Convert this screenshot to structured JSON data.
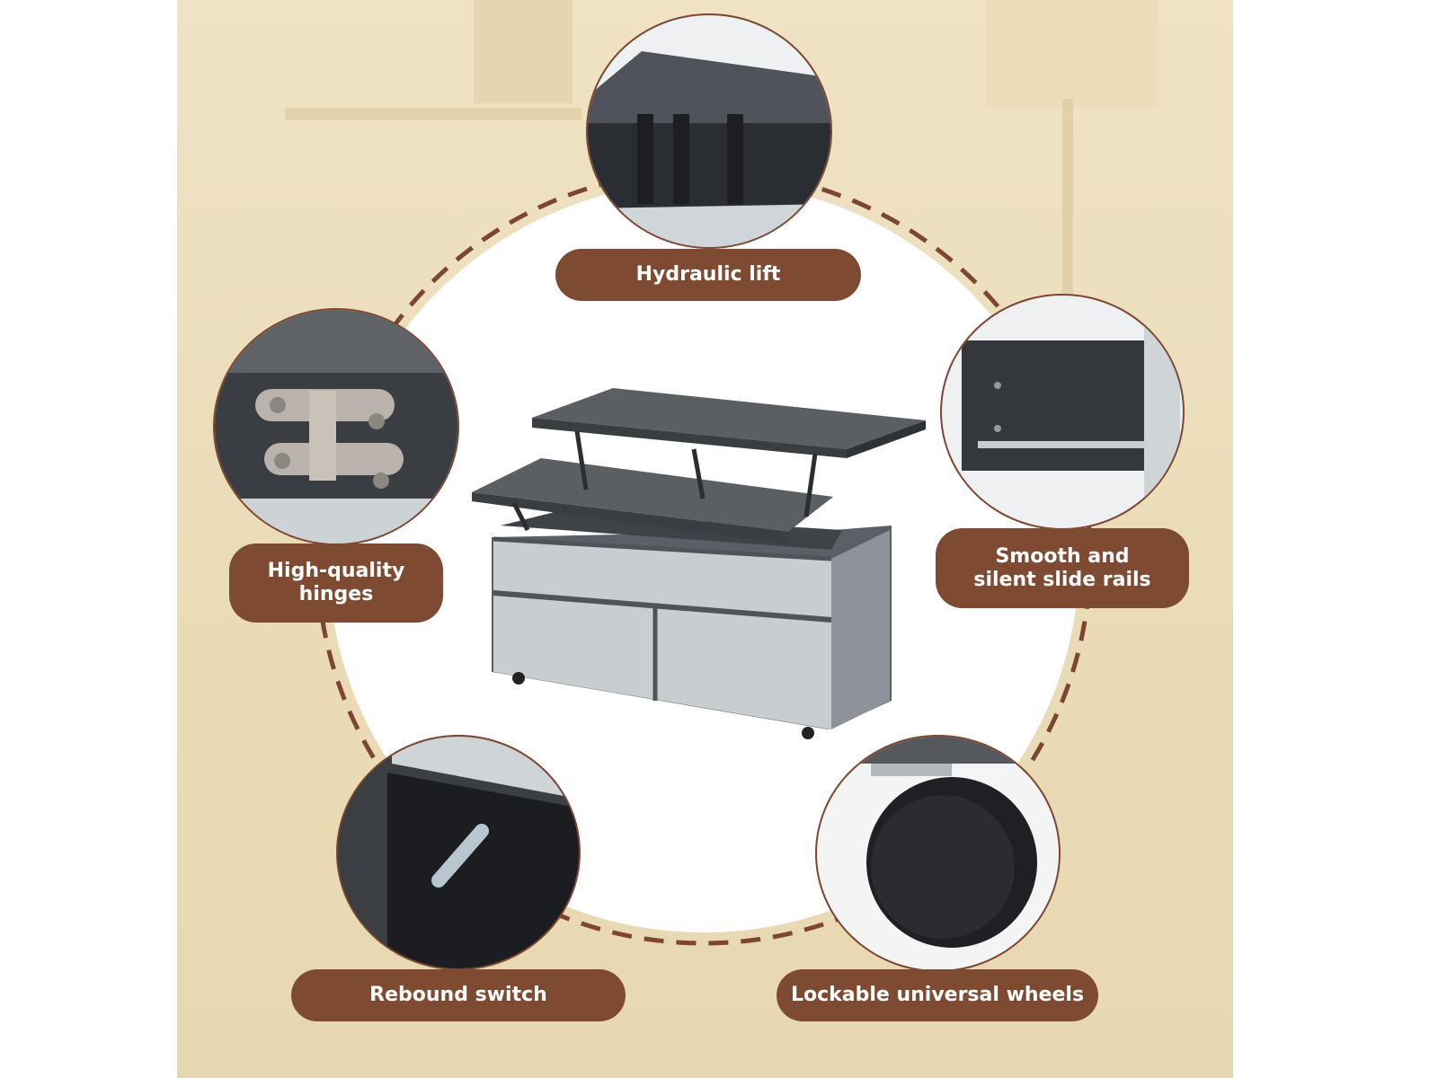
{
  "features": [
    {
      "label": "Hydraulic lift"
    },
    {
      "label_lines": [
        "High-quality",
        "hinges"
      ]
    },
    {
      "label_lines": [
        "Smooth and",
        "silent slide rails"
      ]
    },
    {
      "label": "Rebound switch"
    },
    {
      "label": "Lockable universal wheels"
    }
  ],
  "colors": {
    "accent": "#7f4a32",
    "background": "#ecdfbd",
    "table": "#5a5e63"
  }
}
